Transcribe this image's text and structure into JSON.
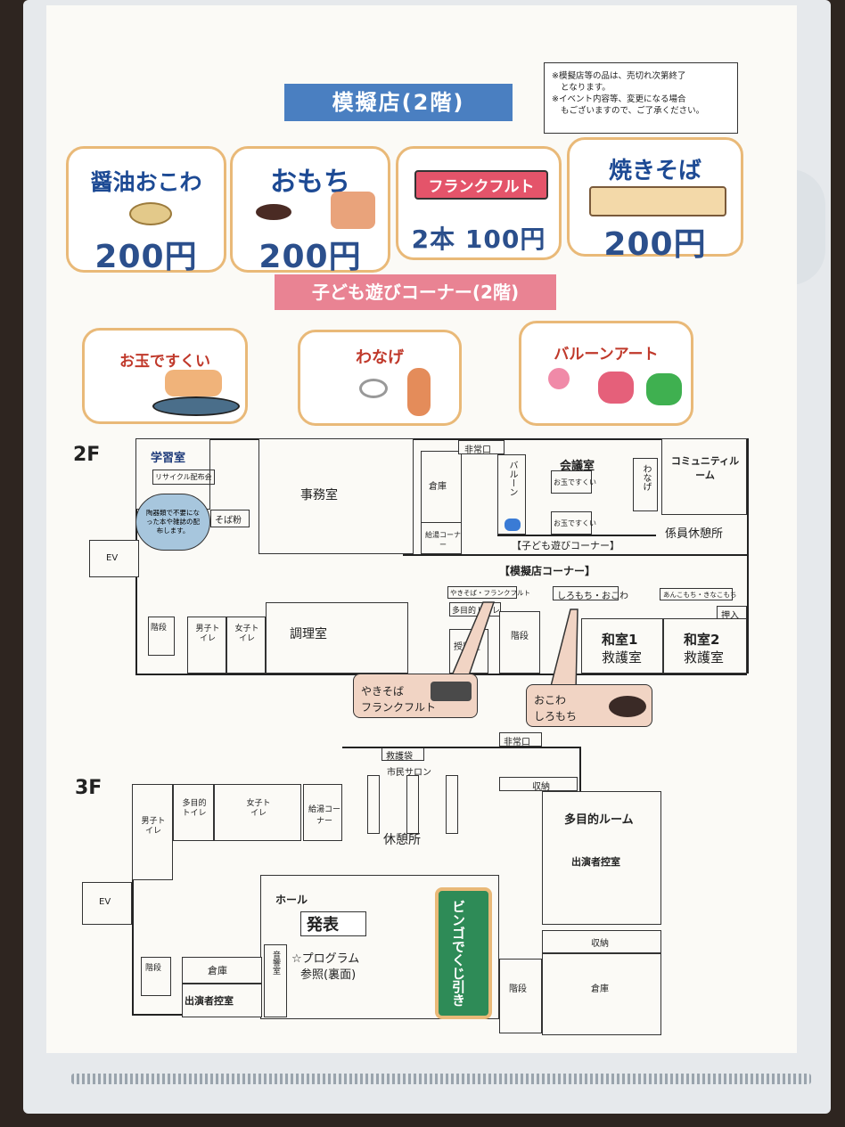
{
  "notice": {
    "line1": "※模擬店等の品は、売切れ次第終了",
    "line2": "となります。",
    "line3": "※イベント内容等、変更になる場合",
    "line4": "もございますので、ご了承ください。"
  },
  "stalls": {
    "banner": "模擬店(2階)",
    "items": [
      {
        "name": "醤油おこわ",
        "price": "200円"
      },
      {
        "name": "おもち",
        "price": "200円"
      },
      {
        "name": "フランクフルト",
        "price": "2本 100円"
      },
      {
        "name": "焼きそば",
        "price": "200円"
      }
    ]
  },
  "kids": {
    "banner": "子ども遊びコーナー(2階)",
    "items": [
      {
        "name": "お玉ですくい"
      },
      {
        "name": "わなげ"
      },
      {
        "name": "バルーンアート"
      }
    ]
  },
  "floor2": {
    "label": "2F",
    "rooms": {
      "study": "学習室",
      "recycle": "リサイクル配布会",
      "soba": "そば粉",
      "office": "事務室",
      "storage": "倉庫",
      "emergency": "非常口",
      "balloon": "バルーン",
      "meeting": "会議室",
      "otama1": "お玉ですくい",
      "otama2": "お玉ですくい",
      "wanage": "わなげ",
      "community": "コミュニティルーム",
      "water": "給湯コーナー",
      "kids_corner": "【子ども遊びコーナー】",
      "staff_rest": "係員休憩所",
      "ev": "EV",
      "stall_corner": "【模擬店コーナー】",
      "stall_yakisoba": "やきそば・フランクフルト",
      "stall_mochi": "しろもち・おこわ",
      "stall_anko": "あんこもち・きなこもち",
      "closet": "押入",
      "stairs": "階段",
      "men": "男子トイレ",
      "women": "女子トイレ",
      "kitchen": "調理室",
      "multi_toilet": "多目的トイレ",
      "nursing": "授乳室",
      "stairs2": "階段",
      "washitsu1": "和室1",
      "washitsu1b": "救護室",
      "washitsu2": "和室2",
      "washitsu2b": "救護室"
    },
    "bubble_recycle": "陶器類で不要になった本や雑誌の配布します。",
    "bubble_yakisoba1": "やきそば",
    "bubble_yakisoba2": "フランクフルト",
    "bubble_okowa1": "おこわ",
    "bubble_okowa2": "しろもち"
  },
  "floor3": {
    "label": "3F",
    "rooms": {
      "emergency": "非常口",
      "firstaid": "救護袋",
      "salon": "市民サロン",
      "storage_small": "収納",
      "men": "男子トイレ",
      "multi_toilet": "多目的トイレ",
      "women": "女子トイレ",
      "water": "給湯コーナー",
      "rest": "休憩所",
      "multi_room": "多目的ルーム",
      "waiting": "出演者控室",
      "ev": "EV",
      "hall": "ホール",
      "presentation": "発表",
      "program1": "☆プログラム",
      "program2": "参照(裏面)",
      "bingo": "ビンゴでくじ引き",
      "stairs": "階段",
      "storage": "倉庫",
      "waiting2": "出演者控室",
      "sound": "音響室",
      "stairs2": "階段",
      "storage2": "収納",
      "storage3": "倉庫"
    }
  },
  "colors": {
    "blue_banner": "#4a7fc1",
    "pink_banner": "#e98393",
    "card_border": "#e9b978",
    "price_text": "#2b4f8c",
    "bingo_green": "#2e8b57"
  }
}
